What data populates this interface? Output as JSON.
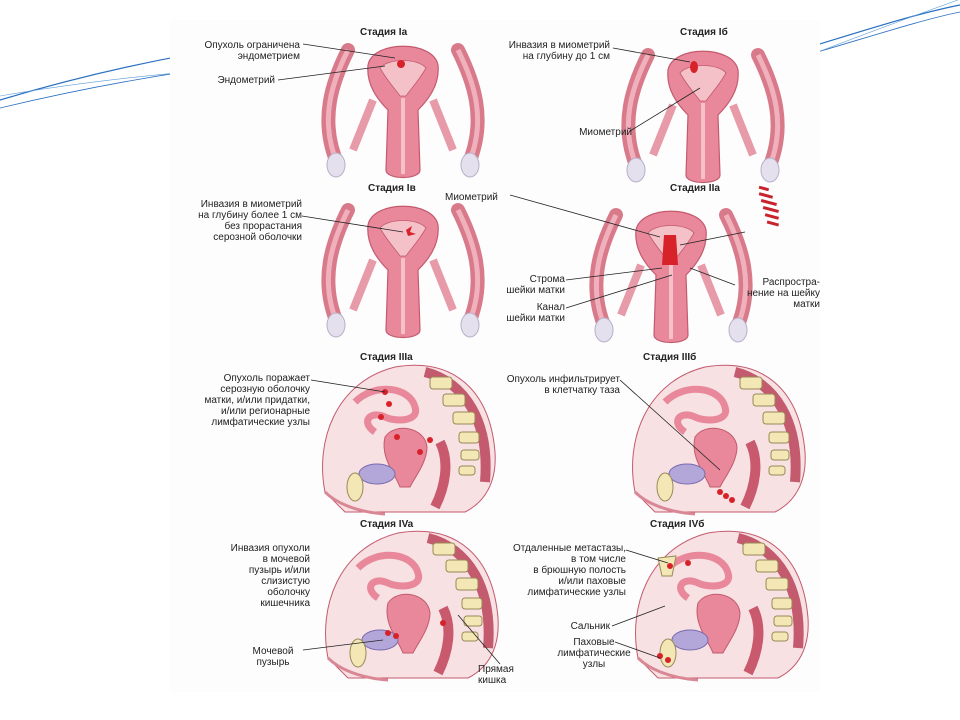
{
  "stages": {
    "s1a": {
      "title": "Стадия Ia",
      "labels": [
        "Опухоль ограничена\nэндометрием",
        "Эндометрий"
      ]
    },
    "s1b": {
      "title": "Стадия Iб",
      "labels": [
        "Инвазия в миометрий\nна глубину до 1 см",
        "Миометрий"
      ]
    },
    "s1c": {
      "title": "Стадия Iв",
      "labels": [
        "Инвазия в миометрий\nна глубину более 1 см\nбез прорастания\nсерозной оболочки"
      ]
    },
    "s2a": {
      "title": "Стадия IIa",
      "labels": [
        "Миометрий",
        "Строма\nшейки матки",
        "Канал\nшейки матки",
        "Распростра-\nнение на шейку\nматки"
      ]
    },
    "s3a": {
      "title": "Стадия IIIa",
      "labels": [
        "Опухоль поражает\nсерозную оболочку\nматки, и/или придатки,\nи/или регионарные\nлимфатические узлы"
      ]
    },
    "s3b": {
      "title": "Стадия IIIб",
      "labels": [
        "Опухоль инфильтрирует\nв клетчатку таза"
      ]
    },
    "s4a": {
      "title": "Стадия IVa",
      "labels": [
        "Инвазия опухоли\nв мочевой\nпузырь и/или\nслизистую\nоболочку\nкишечника",
        "Мочевой\nпузырь",
        "Прямая\nкишка"
      ]
    },
    "s4b": {
      "title": "Стадия IVб",
      "labels": [
        "Отдаленные метастазы,\nв том числе\nв брюшную полость\nи/или паховые\nлимфатические узлы",
        "Сальник",
        "Паховые\nлимфатические\nузлы"
      ]
    }
  },
  "colors": {
    "tissue": "#e8889a",
    "tissue_light": "#f4c1c8",
    "tumor": "#d8222a",
    "accent_line": "#1a73c9",
    "ovary": "#e4e0ee",
    "bladder": "#b3a6d9",
    "bone": "#f3e7b6"
  }
}
